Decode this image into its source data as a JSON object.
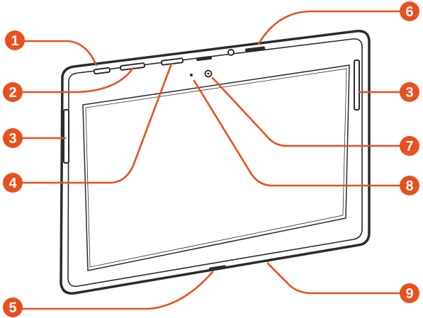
{
  "colors": {
    "callout": "#E8501E",
    "device_outline": "#2b2b2b",
    "device_fill": "#ffffff",
    "screen_fill": "#ffffff"
  },
  "callouts": [
    {
      "number": "1",
      "target": "power-button"
    },
    {
      "number": "2",
      "target": "volume-button"
    },
    {
      "number": "3",
      "target": "speaker-left"
    },
    {
      "number": "3",
      "target": "speaker-right"
    },
    {
      "number": "4",
      "target": "top-port"
    },
    {
      "number": "5",
      "target": "bottom-connector"
    },
    {
      "number": "6",
      "target": "top-jack"
    },
    {
      "number": "7",
      "target": "front-camera"
    },
    {
      "number": "8",
      "target": "light-sensor"
    },
    {
      "number": "9",
      "target": "microphone"
    }
  ]
}
